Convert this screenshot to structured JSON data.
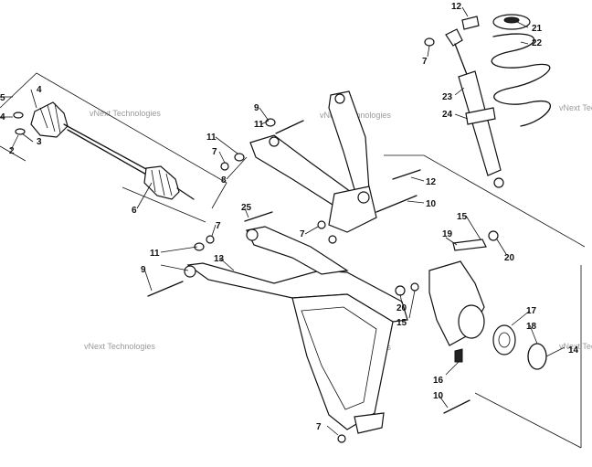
{
  "watermark": "vNext Technologies",
  "callouts": [
    {
      "id": "c12a",
      "text": "12"
    },
    {
      "id": "c21",
      "text": "21"
    },
    {
      "id": "c22",
      "text": "22"
    },
    {
      "id": "c7a",
      "text": "7"
    },
    {
      "id": "c23",
      "text": "23"
    },
    {
      "id": "c24",
      "text": "24"
    },
    {
      "id": "c5",
      "text": "5"
    },
    {
      "id": "c4a",
      "text": "4"
    },
    {
      "id": "c4b",
      "text": "4"
    },
    {
      "id": "c3",
      "text": "3"
    },
    {
      "id": "c2",
      "text": "2"
    },
    {
      "id": "c6",
      "text": "6"
    },
    {
      "id": "c9a",
      "text": "9"
    },
    {
      "id": "c11a",
      "text": "11"
    },
    {
      "id": "c11b",
      "text": "11"
    },
    {
      "id": "c7b",
      "text": "7"
    },
    {
      "id": "c8",
      "text": "8"
    },
    {
      "id": "c12b",
      "text": "12"
    },
    {
      "id": "c10a",
      "text": "10"
    },
    {
      "id": "c25",
      "text": "25"
    },
    {
      "id": "c7c",
      "text": "7"
    },
    {
      "id": "c7d",
      "text": "7"
    },
    {
      "id": "c11c",
      "text": "11"
    },
    {
      "id": "c9b",
      "text": "9"
    },
    {
      "id": "c13",
      "text": "13"
    },
    {
      "id": "c15a",
      "text": "15"
    },
    {
      "id": "c19",
      "text": "19"
    },
    {
      "id": "c20a",
      "text": "20"
    },
    {
      "id": "c20b",
      "text": "20"
    },
    {
      "id": "c15b",
      "text": "15"
    },
    {
      "id": "c17",
      "text": "17"
    },
    {
      "id": "c18",
      "text": "18"
    },
    {
      "id": "c14",
      "text": "14"
    },
    {
      "id": "c16",
      "text": "16"
    },
    {
      "id": "c10b",
      "text": "10"
    },
    {
      "id": "c7e",
      "text": "7"
    }
  ]
}
